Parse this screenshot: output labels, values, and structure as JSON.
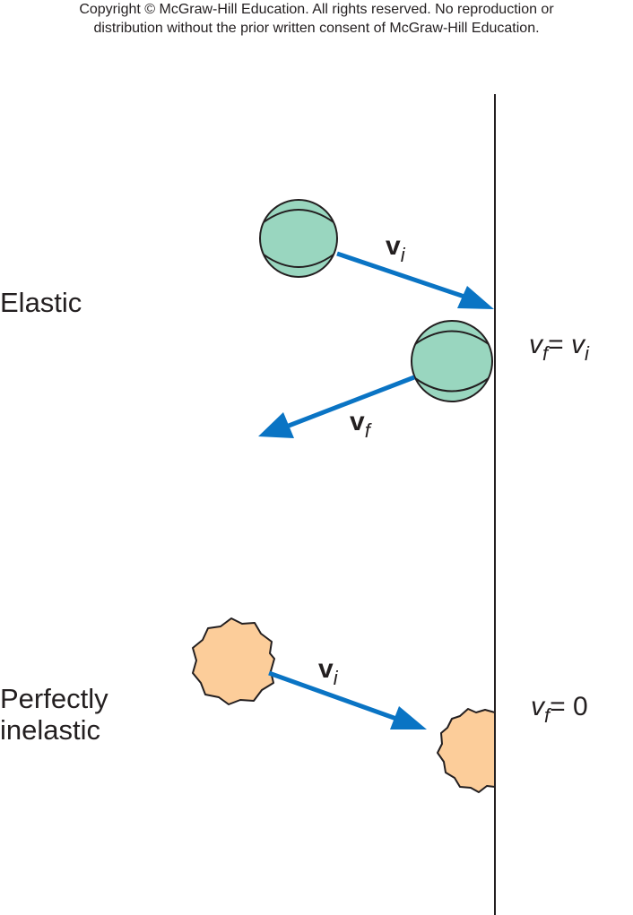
{
  "copyright": {
    "line1": "Copyright © McGraw-Hill Education.  All rights reserved. No reproduction or",
    "line2": "distribution without the prior written consent of McGraw-Hill Education."
  },
  "elastic": {
    "label": "Elastic",
    "vi": {
      "v": "v",
      "sub": "i"
    },
    "vf": {
      "v": "v",
      "sub": "f"
    },
    "equation": {
      "lhs_v": "v",
      "lhs_sub": "f",
      "op": "= ",
      "rhs_v": "v",
      "rhs_sub": "i"
    }
  },
  "inelastic": {
    "label_line1": "Perfectly",
    "label_line2": "inelastic",
    "vi": {
      "v": "v",
      "sub": "i"
    },
    "equation": {
      "lhs_v": "v",
      "lhs_sub": "f",
      "rhs": "= 0"
    }
  },
  "colors": {
    "arrow": "#0a74c4",
    "tennis_ball": "#99d6bf",
    "clay_ball": "#fccd9a",
    "outline": "#231f20"
  }
}
